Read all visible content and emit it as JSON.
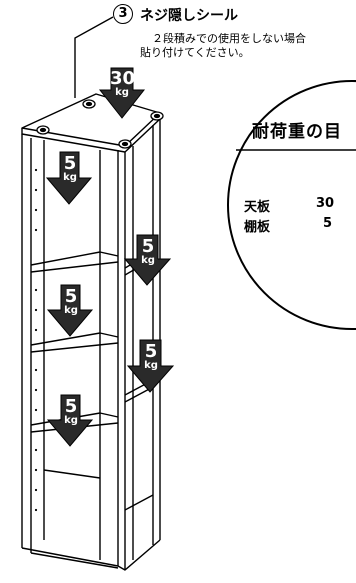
{
  "callout": {
    "number": "3",
    "title": "ネジ隠しシール",
    "note_line1": "２段積みでの使用をしない場合",
    "note_line2": "貼り付けてください。"
  },
  "top_load": {
    "value": "30",
    "unit": "kg"
  },
  "shelf_loads": [
    {
      "value": "5",
      "unit": "kg"
    },
    {
      "value": "5",
      "unit": "kg"
    },
    {
      "value": "5",
      "unit": "kg"
    },
    {
      "value": "5",
      "unit": "kg"
    },
    {
      "value": "5",
      "unit": "kg"
    }
  ],
  "load_table": {
    "title": "耐荷重の目",
    "rows": [
      {
        "part": "天板",
        "value": "30"
      },
      {
        "part": "棚板",
        "value": "5"
      }
    ]
  },
  "colors": {
    "arrow_fill": "#2a2a2a",
    "line": "#000000",
    "background": "#ffffff"
  },
  "icons": [
    "down-arrow-icon",
    "screw-cover-sticker-icon"
  ]
}
